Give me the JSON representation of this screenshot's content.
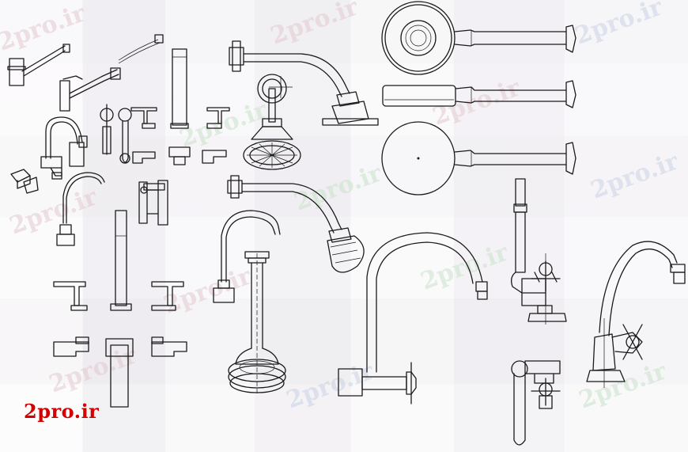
{
  "logo_text": "2pro.ir",
  "watermark_text": "2pro.ir",
  "colors": {
    "logo": "#d40000",
    "line": "#1a1a1a",
    "background": "#f5f4f6"
  },
  "drawing": {
    "items": [
      "kitchen-faucet",
      "pull-out-faucet",
      "single-lever-mixer",
      "sprayer-handle",
      "bath-spout",
      "widespread-handles",
      "gooseneck-faucet",
      "wall-mount-faucet",
      "tall-column-faucet",
      "lever-handles",
      "shower-arm-head",
      "shower-valve",
      "handheld-shower-head",
      "rain-shower-head-front",
      "rain-shower-head-side",
      "rain-shower-head-back",
      "gooseneck-pedestal-faucet",
      "pedestal-base",
      "wall-shower-arm",
      "wall-gooseneck-spout",
      "cross-handle-tap",
      "cross-handle-faucet",
      "wall-tap-assembly"
    ]
  }
}
